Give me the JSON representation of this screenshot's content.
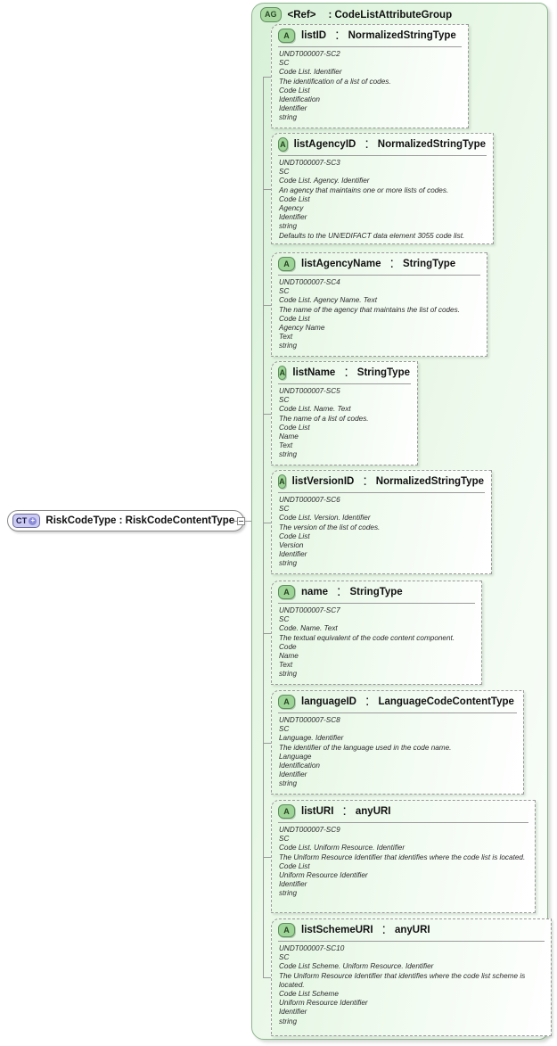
{
  "diagram": {
    "type": "xsd-schema-diagram",
    "root": {
      "badge": "CT",
      "badge_icon": "plus-square-icon",
      "label": "RiskCodeType : RiskCodeContentType",
      "name": "RiskCodeType",
      "type": "RiskCodeContentType"
    },
    "connector": {
      "toggle": "minus",
      "toggle_icon": "collapse-minus-icon"
    },
    "group": {
      "badge": "AG",
      "ref_label": "<Ref>",
      "type_label": ": CodeListAttributeGroup",
      "type": "CodeListAttributeGroup"
    },
    "attributes": [
      {
        "badge": "A",
        "name": "listID",
        "sep": ":",
        "type": "NormalizedStringType",
        "lines": [
          "UNDT000007-SC2",
          "SC",
          "Code List. Identifier",
          "The identification of a list of codes.",
          "Code List",
          "Identification",
          "Identifier",
          "string"
        ]
      },
      {
        "badge": "A",
        "name": "listAgencyID",
        "sep": ":",
        "type": "NormalizedStringType",
        "lines": [
          "UNDT000007-SC3",
          "SC",
          "Code List. Agency. Identifier",
          "An agency that maintains one or more lists of codes.",
          "Code List",
          "Agency",
          "Identifier",
          "string",
          "Defaults to the UN/EDIFACT data element 3055 code list."
        ]
      },
      {
        "badge": "A",
        "name": "listAgencyName",
        "sep": ":",
        "type": "StringType",
        "lines": [
          "UNDT000007-SC4",
          "SC",
          "Code List. Agency Name. Text",
          "The name of the agency that maintains the list of codes.",
          "Code List",
          "Agency Name",
          "Text",
          "string"
        ]
      },
      {
        "badge": "A",
        "name": "listName",
        "sep": ":",
        "type": "StringType",
        "lines": [
          "UNDT000007-SC5",
          "SC",
          "Code List. Name. Text",
          "The name of a list of codes.",
          "Code List",
          "Name",
          "Text",
          "string"
        ]
      },
      {
        "badge": "A",
        "name": "listVersionID",
        "sep": ":",
        "type": "NormalizedStringType",
        "lines": [
          "UNDT000007-SC6",
          "SC",
          "Code List. Version. Identifier",
          "The version of the list of codes.",
          "Code List",
          "Version",
          "Identifier",
          "string"
        ]
      },
      {
        "badge": "A",
        "name": "name",
        "sep": ":",
        "type": "StringType",
        "lines": [
          "UNDT000007-SC7",
          "SC",
          "Code. Name. Text",
          "The textual equivalent of the code content component.",
          "Code",
          "Name",
          "Text",
          "string"
        ]
      },
      {
        "badge": "A",
        "name": "languageID",
        "sep": ":",
        "type": "LanguageCodeContentType",
        "lines": [
          "UNDT000007-SC8",
          "SC",
          "Language. Identifier",
          "The identifier of the language used in the code name.",
          "Language",
          "Identification",
          "Identifier",
          "string"
        ]
      },
      {
        "badge": "A",
        "name": "listURI",
        "sep": ":",
        "type": "anyURI",
        "lines": [
          "UNDT000007-SC9",
          "SC",
          "Code List. Uniform Resource. Identifier",
          "The Uniform Resource Identifier that identifies where the code list is located.",
          "Code List",
          "Uniform Resource Identifier",
          "Identifier",
          "string"
        ]
      },
      {
        "badge": "A",
        "name": "listSchemeURI",
        "sep": ":",
        "type": "anyURI",
        "lines": [
          "UNDT000007-SC10",
          "SC",
          "Code List Scheme. Uniform Resource. Identifier",
          "The Uniform Resource Identifier that identifies where the code list scheme is located.",
          "Code List Scheme",
          "Uniform Resource Identifier",
          "Identifier",
          "string"
        ]
      }
    ],
    "colors": {
      "group_fill": "#e4f6e2",
      "group_border": "#8fb48f",
      "attr_badge": "#9ed497",
      "group_badge": "#a8d8a0",
      "root_badge": "#ccccf2",
      "connector": "#9a9a9a"
    }
  }
}
